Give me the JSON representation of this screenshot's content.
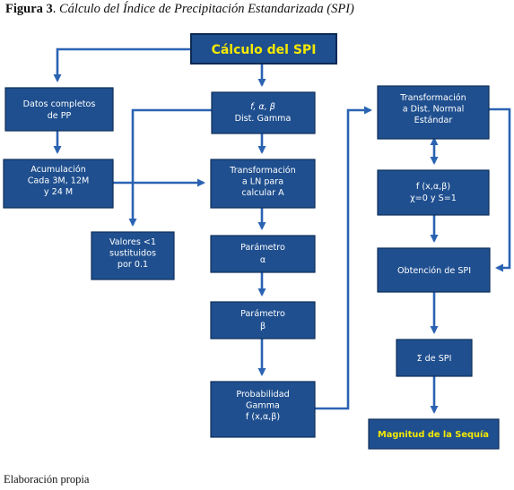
{
  "caption": {
    "label": "Figura 3",
    "separator": ". ",
    "title": "Cálculo del Índice de Precipitación Estandarizada (SPI)"
  },
  "source": "Elaboración propia",
  "boxes": {
    "calculo": [
      "Cálculo del SPI"
    ],
    "datos": [
      "Datos completos",
      "de PP"
    ],
    "acumulacion": [
      "Acumulación",
      "Cada 3M, 12M",
      "y 24 M"
    ],
    "valores": [
      "Valores <1",
      "sustituidos",
      "por 0.1"
    ],
    "fab": [
      "f, α, β",
      "Dist. Gamma"
    ],
    "transln": [
      "Transformación",
      "a LN para",
      "calcular A"
    ],
    "alfa": [
      "Parámetro",
      "α"
    ],
    "beta": [
      "Parámetro",
      "β"
    ],
    "probgamma": [
      "Probabilidad",
      "Gamma",
      "f (x,α,β)"
    ],
    "transnorm": [
      "Transformación",
      "a Dist. Normal",
      "Estándar"
    ],
    "fxab": [
      "f (x,α,β)",
      "χ=0 y S=1"
    ],
    "obtencion": [
      "Obtención de SPI"
    ],
    "sumaspi": [
      "Σ de SPI"
    ],
    "magnitud": [
      "Magnitud de la Sequía"
    ]
  }
}
